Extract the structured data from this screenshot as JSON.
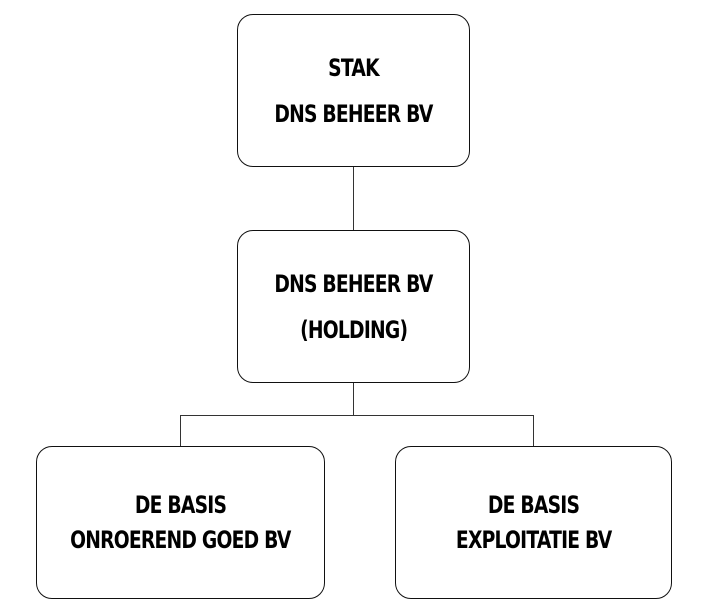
{
  "nodes": {
    "stak": {
      "line1": "STAK",
      "line2": "DNS BEHEER BV"
    },
    "holding": {
      "line1": "DNS BEHEER BV",
      "line2": "(HOLDING)"
    },
    "onroerend": {
      "line1": "DE BASIS",
      "line2": "ONROEREND GOED BV"
    },
    "exploitatie": {
      "line1": "DE BASIS",
      "line2": "EXPLOITATIE BV"
    }
  }
}
